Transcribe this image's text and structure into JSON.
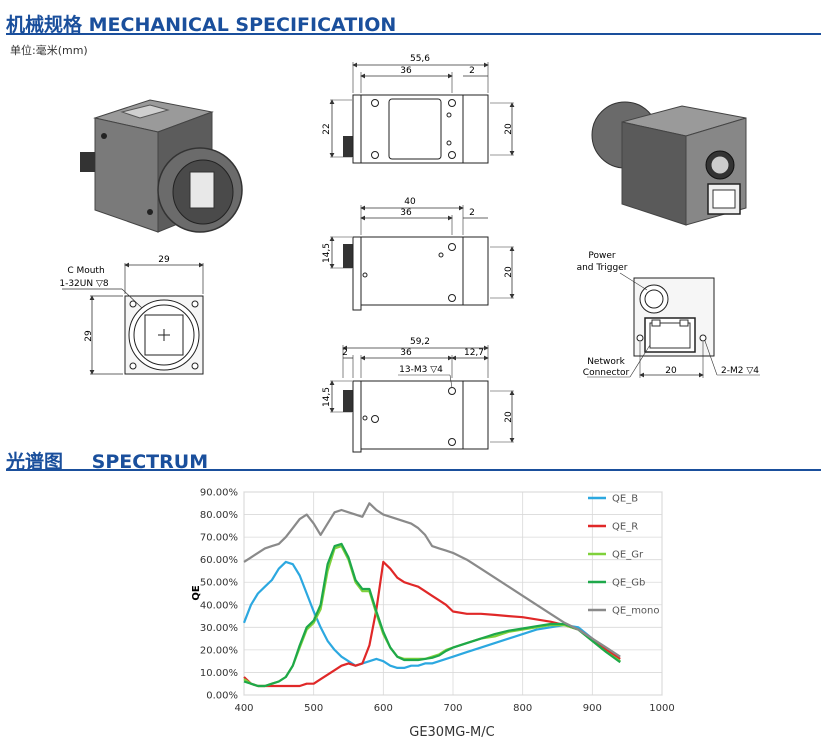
{
  "mechanical": {
    "title_cn": "机械规格",
    "title_en": "MECHANICAL SPECIFICATION",
    "unit_label": "单位:毫米(mm)"
  },
  "front_view": {
    "width": "29",
    "height": "29",
    "mouth_label_1": "C Mouth",
    "mouth_label_2": "1-32UN ▽8"
  },
  "side_view_top": {
    "overall": "55,6",
    "body": "36",
    "offset": "2",
    "height_left": "22",
    "height_right": "20"
  },
  "side_view_mid": {
    "overall": "40",
    "body": "36",
    "offset": "2",
    "height_left": "14,5",
    "height_right": "20"
  },
  "side_view_bottom": {
    "overall": "59,2",
    "left_offset": "2",
    "body": "36",
    "right_offset": "12,7",
    "hole_label": "13-M3 ▽4",
    "height_left": "14,5",
    "height_right": "20"
  },
  "rear_view": {
    "power_label_1": "Power",
    "power_label_2": "and Trigger",
    "network_label_1": "Network",
    "network_label_2": "Connector",
    "width": "20",
    "screw_label": "2-M2 ▽4"
  },
  "spectrum": {
    "title_cn": "光谱图",
    "title_en": "SPECTRUM"
  },
  "chart_data": {
    "type": "line",
    "title": "",
    "xlabel": "GE30MG-M/C",
    "ylabel": "QE",
    "xlim": [
      400,
      1000
    ],
    "ylim": [
      0,
      90
    ],
    "x_ticks": [
      400,
      500,
      600,
      700,
      800,
      900,
      1000
    ],
    "y_ticks": [
      "0.00%",
      "10.00%",
      "20.00%",
      "30.00%",
      "40.00%",
      "50.00%",
      "60.00%",
      "70.00%",
      "80.00%",
      "90.00%"
    ],
    "grid": true,
    "legend_position": "right",
    "series": [
      {
        "name": "QE_B",
        "color": "#2ca8e0",
        "x": [
          400,
          410,
          420,
          430,
          440,
          450,
          460,
          470,
          480,
          490,
          500,
          510,
          520,
          530,
          540,
          550,
          560,
          570,
          580,
          590,
          600,
          610,
          620,
          630,
          640,
          650,
          660,
          670,
          680,
          700,
          720,
          740,
          760,
          780,
          800,
          820,
          840,
          860,
          880,
          900,
          920,
          940
        ],
        "y": [
          32,
          40,
          45,
          48,
          51,
          56,
          59,
          58,
          53,
          45,
          37,
          30,
          24,
          20,
          17,
          15,
          13,
          14,
          15,
          16,
          15,
          13,
          12,
          12,
          13,
          13,
          14,
          14,
          15,
          17,
          19,
          21,
          23,
          25,
          27,
          29,
          30,
          31,
          30,
          25,
          20,
          15
        ]
      },
      {
        "name": "QE_R",
        "color": "#e02828",
        "x": [
          400,
          410,
          420,
          430,
          440,
          450,
          460,
          470,
          480,
          490,
          500,
          510,
          520,
          530,
          540,
          550,
          560,
          570,
          580,
          590,
          600,
          610,
          620,
          630,
          640,
          650,
          660,
          670,
          680,
          690,
          700,
          720,
          740,
          760,
          780,
          800,
          820,
          840,
          860,
          880,
          900,
          920,
          940
        ],
        "y": [
          8,
          5,
          4,
          4,
          4,
          4,
          4,
          4,
          4,
          5,
          5,
          7,
          9,
          11,
          13,
          14,
          13,
          14,
          22,
          38,
          59,
          56,
          52,
          50,
          49,
          48,
          46,
          44,
          42,
          40,
          37,
          36,
          36,
          35.5,
          35,
          34.5,
          33.5,
          32.5,
          31,
          29,
          25,
          20,
          16
        ]
      },
      {
        "name": "QE_Gr",
        "color": "#7fd13b",
        "x": [
          400,
          410,
          420,
          430,
          440,
          450,
          460,
          470,
          480,
          490,
          500,
          510,
          520,
          530,
          540,
          550,
          560,
          570,
          580,
          590,
          600,
          610,
          620,
          630,
          640,
          650,
          660,
          670,
          680,
          690,
          700,
          720,
          740,
          760,
          780,
          800,
          820,
          840,
          860,
          880,
          900,
          920,
          940
        ],
        "y": [
          7,
          5,
          4,
          4,
          5,
          6,
          8,
          13,
          21,
          29,
          32,
          38,
          55,
          65,
          66,
          60,
          50,
          46,
          46,
          36,
          27,
          21,
          17,
          16,
          16,
          16,
          16,
          17,
          18,
          20,
          21,
          23,
          25,
          26,
          28,
          29,
          30,
          31,
          31,
          29,
          24,
          19,
          15
        ]
      },
      {
        "name": "QE_Gb",
        "color": "#1ea84a",
        "x": [
          400,
          410,
          420,
          430,
          440,
          450,
          460,
          470,
          480,
          490,
          500,
          510,
          520,
          530,
          540,
          550,
          560,
          570,
          580,
          590,
          600,
          610,
          620,
          630,
          640,
          650,
          660,
          670,
          680,
          690,
          700,
          720,
          740,
          760,
          780,
          800,
          820,
          840,
          860,
          880,
          900,
          920,
          940
        ],
        "y": [
          6,
          5,
          4,
          4,
          5,
          6,
          8,
          13,
          22,
          30,
          33,
          40,
          58,
          66,
          67,
          61,
          51,
          47,
          47,
          37,
          28,
          21,
          17,
          15.5,
          15.5,
          15.5,
          16,
          16.5,
          17.5,
          19.5,
          21,
          23,
          25,
          27,
          28.5,
          29.5,
          30.5,
          31.5,
          31.5,
          29,
          24,
          19,
          14.5
        ]
      },
      {
        "name": "QE_mono",
        "color": "#8a8a8a",
        "x": [
          400,
          410,
          420,
          430,
          440,
          450,
          460,
          470,
          480,
          490,
          500,
          510,
          520,
          530,
          540,
          550,
          560,
          570,
          580,
          590,
          600,
          610,
          620,
          630,
          640,
          650,
          660,
          670,
          680,
          690,
          700,
          720,
          740,
          760,
          780,
          800,
          820,
          840,
          860,
          880,
          900,
          920,
          940
        ],
        "y": [
          59,
          61,
          63,
          65,
          66,
          67,
          70,
          74,
          78,
          80,
          76,
          71,
          76,
          81,
          82,
          81,
          80,
          79,
          85,
          82,
          80,
          79,
          78,
          77,
          76,
          74,
          71,
          66,
          65,
          64,
          63,
          60,
          56,
          52,
          48,
          44,
          40,
          36,
          32,
          29,
          25,
          21,
          17
        ]
      }
    ]
  }
}
